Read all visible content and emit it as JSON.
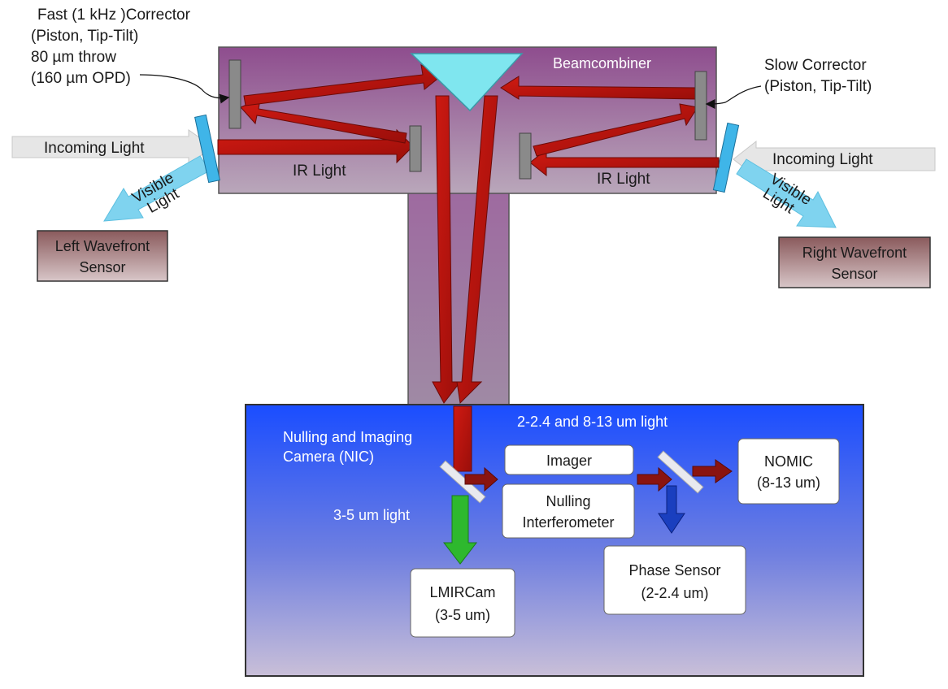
{
  "labels": {
    "fast_corrector": [
      "Fast (1 kHz )Corrector",
      "(Piston, Tip-Tilt)",
      "80 µm throw",
      "(160 µm OPD)"
    ],
    "slow_corrector": [
      "Slow Corrector",
      "(Piston, Tip-Tilt)"
    ],
    "beamcombiner": "Beamcombiner",
    "incoming_light_left": "Incoming Light",
    "incoming_light_right": "Incoming Light",
    "ir_light_left": "IR Light",
    "ir_light_right": "IR Light",
    "visible_light_left": [
      "Visible",
      "Light"
    ],
    "visible_light_right": [
      "Visible",
      "Light"
    ],
    "left_wavefront_sensor": [
      "Left Wavefront",
      "Sensor"
    ],
    "right_wavefront_sensor": [
      "Right Wavefront",
      "Sensor"
    ],
    "nic_title": [
      "Nulling and Imaging",
      "Camera (NIC)"
    ],
    "light_2_13": "2-2.4 and 8-13 um light",
    "light_3_5": "3-5 um light",
    "imager": "Imager",
    "nulling_interferometer": [
      "Nulling",
      "Interferometer"
    ],
    "nomic": [
      "NOMIC",
      "(8-13 um)"
    ],
    "phase_sensor": [
      "Phase Sensor",
      "(2-2.4 um)"
    ],
    "lmircam": [
      "LMIRCam",
      "(3-5 um)"
    ]
  },
  "colors": {
    "beam_red": "#b8140e",
    "beam_green": "#2eb82e",
    "beam_blue": "#1a3fbf",
    "beam_darkred": "#8a1410",
    "visible_cyan": "#7fd3ef",
    "nic_blue": "#1f4fff"
  }
}
